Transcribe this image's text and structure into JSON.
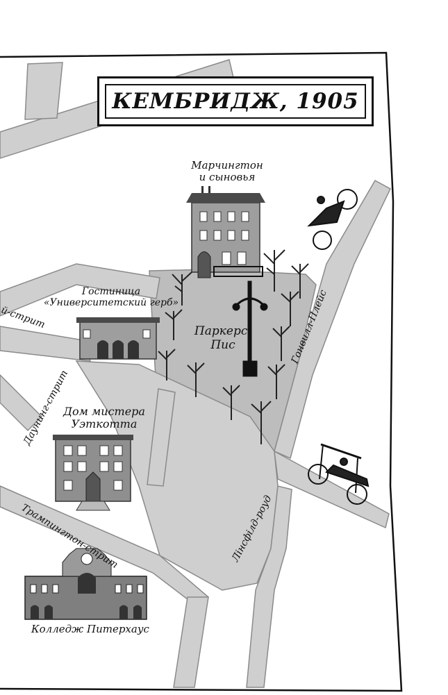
{
  "title": "КЕМБРИДЖ, 1905",
  "places": {
    "marchington": [
      "Марчингтон",
      "и сыновья"
    ],
    "hotel": [
      "Гостиница",
      "«Университетский герб»"
    ],
    "park": [
      "Паркерс-",
      "Пис"
    ],
    "wetcott": [
      "Дом мистера",
      "Уэткотта"
    ],
    "peterhouse": "Колледж Питерхаус"
  },
  "streets": {
    "regent": "й-стрит",
    "downing": "Даунинг-стрит",
    "trumpington": "Трампингтон-стрит",
    "lensfield": "Лінсфілд-роуд",
    "gonville": "Гонвилл-Плейс"
  },
  "colors": {
    "road": "#c9c9c9",
    "road_edge": "#8a8a8a",
    "park": "#bdbdbd",
    "building": "#9e9e9e",
    "roof": "#4a4a4a",
    "ink": "#111111"
  },
  "icons": [
    "car-icon",
    "lamppost-icon",
    "tree-icon",
    "building-icon"
  ]
}
